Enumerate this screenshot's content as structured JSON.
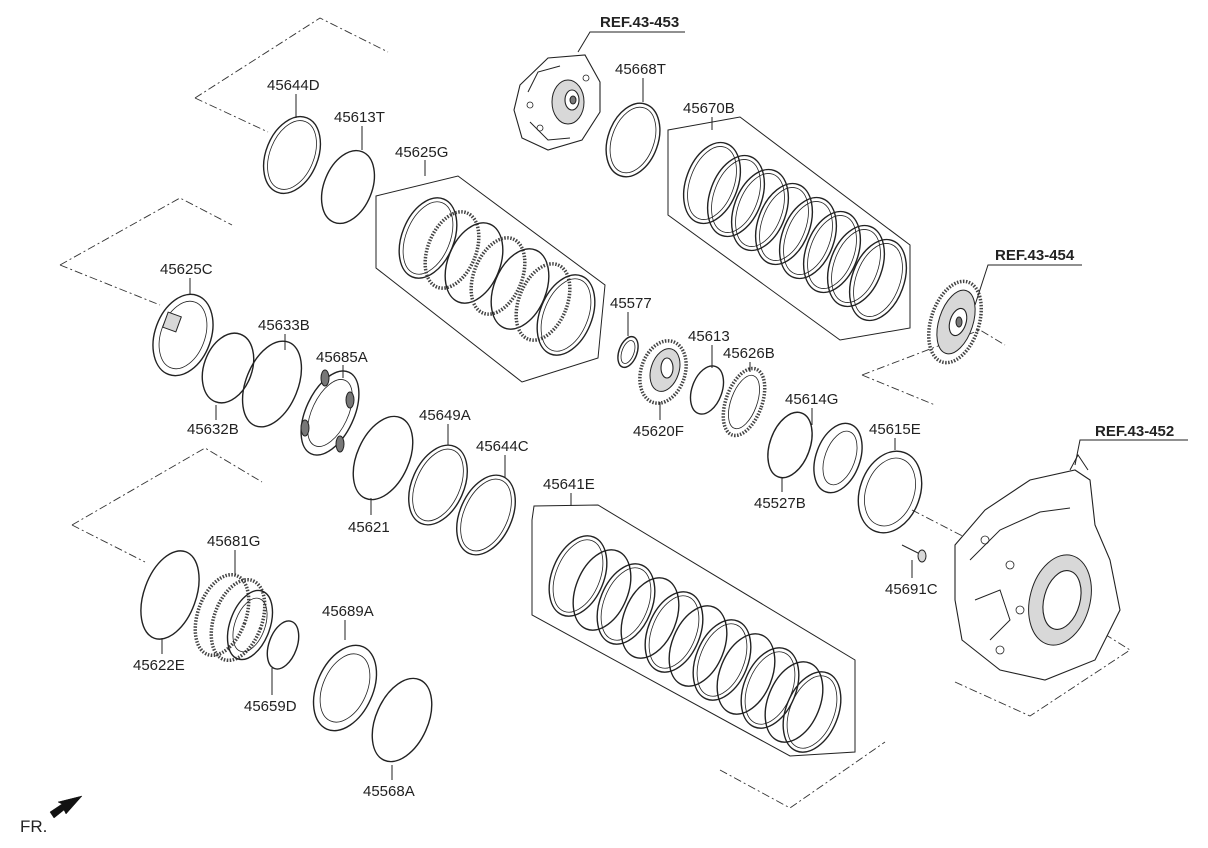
{
  "references": {
    "ref_453": "REF.43-453",
    "ref_454": "REF.43-454",
    "ref_452": "REF.43-452"
  },
  "parts": {
    "p45644D": "45644D",
    "p45613T": "45613T",
    "p45625G": "45625G",
    "p45668T": "45668T",
    "p45670B": "45670B",
    "p45625C": "45625C",
    "p45633B": "45633B",
    "p45685A": "45685A",
    "p45632B": "45632B",
    "p45649A": "45649A",
    "p45644C": "45644C",
    "p45621": "45621",
    "p45577": "45577",
    "p45613": "45613",
    "p45626B": "45626B",
    "p45620F": "45620F",
    "p45614G": "45614G",
    "p45615E": "45615E",
    "p45527B": "45527B",
    "p45691C": "45691C",
    "p45641E": "45641E",
    "p45681G": "45681G",
    "p45622E": "45622E",
    "p45689A": "45689A",
    "p45659D": "45659D",
    "p45568A": "45568A"
  },
  "orientation": {
    "label": "FR."
  }
}
